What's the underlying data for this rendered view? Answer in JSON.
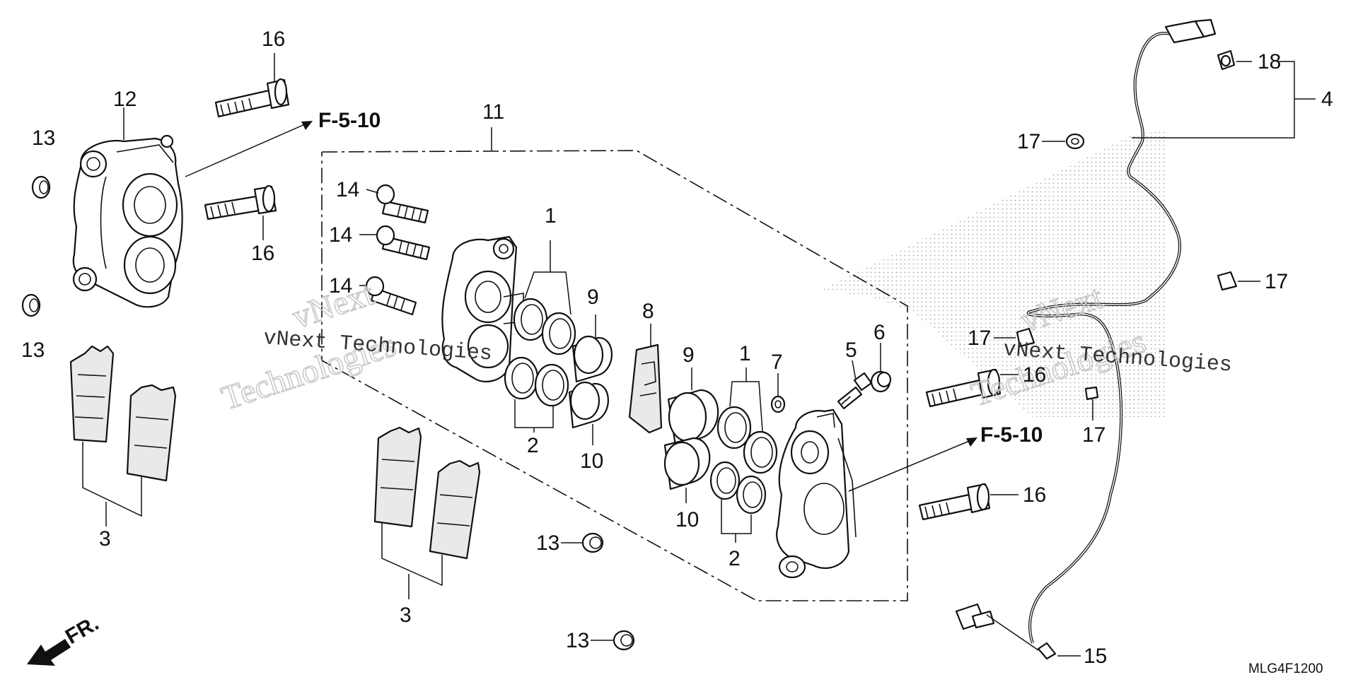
{
  "diagram": {
    "watermark": [
      "vNext",
      "Technologies",
      "vNext Technologies"
    ],
    "figure_code": "MLG4F1200",
    "front_arrow_label": "FR.",
    "ref_labels": [
      "F-5-10",
      "F-5-10"
    ],
    "callouts": {
      "c1a": "1",
      "c1b": "1",
      "c2a": "2",
      "c2b": "2",
      "c3a": "3",
      "c3b": "3",
      "c4": "4",
      "c5": "5",
      "c6": "6",
      "c7": "7",
      "c9a": "9",
      "c9b": "9",
      "c10a": "10",
      "c10b": "10",
      "c11": "11",
      "c12": "12",
      "c13a": "13",
      "c13b": "13",
      "c13c": "13",
      "c13d": "13",
      "c14a": "14",
      "c14b": "14",
      "c14c": "14",
      "c15": "15",
      "c16a": "16",
      "c16b": "16",
      "c16c": "16",
      "c16d": "16",
      "c17a": "17",
      "c17b": "17",
      "c17c": "17",
      "c17d": "17",
      "c18": "18",
      "c8": "8"
    }
  }
}
